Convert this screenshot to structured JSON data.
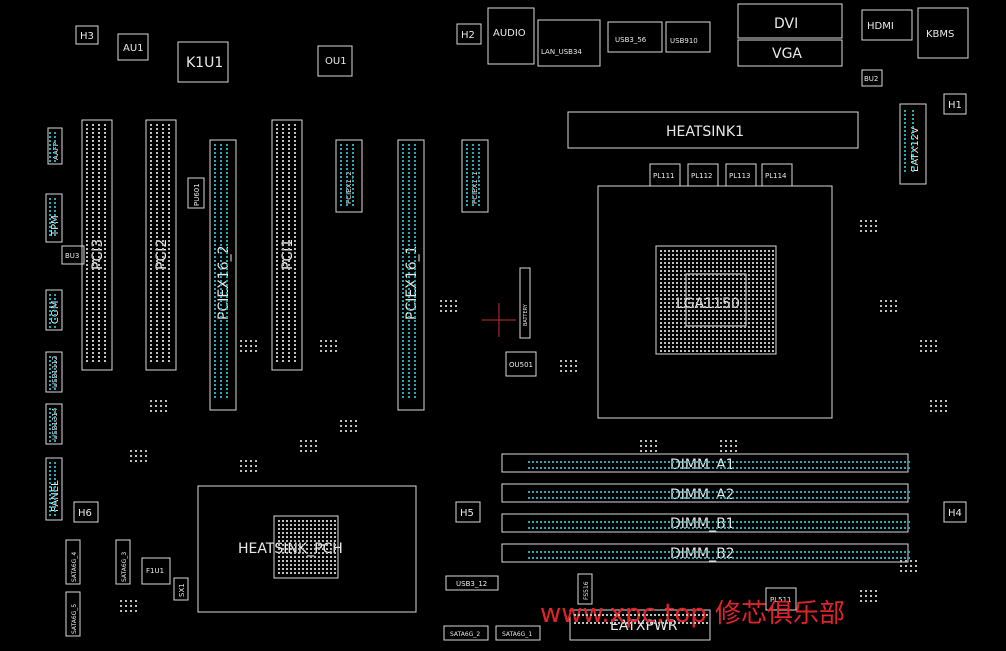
{
  "labels": {
    "h3": "H3",
    "au1": "AU1",
    "k1u1": "K1U1",
    "ou1": "OU1",
    "h2": "H2",
    "audio": "AUDIO",
    "lan_usb": "LAN_USB34",
    "usb3_56": "USB3_56",
    "usb910": "USB910",
    "dvi": "DVI",
    "vga": "VGA",
    "hdmi": "HDMI",
    "kbms": "KBMS",
    "bu2": "BU2",
    "h1": "H1",
    "heatsink1": "HEATSINK1",
    "eatx12v": "EATX12V",
    "pl111": "PL111",
    "pl112": "PL112",
    "pl113": "PL113",
    "pl114": "PL114",
    "aafp": "AAFP",
    "tpm": "TPM",
    "bu3": "BU3",
    "com": "COM",
    "pci3": "PCI3",
    "pci2": "PCI2",
    "pciex16_2": "PCIEX16_2",
    "pci1": "PCI1",
    "pciex1_2": "PCIEX1_2",
    "pciex16_1": "PCIEX16_1",
    "pciex1_1": "PCIEX1_1",
    "pu601": "PU601",
    "battery": "BATTERY",
    "ou501": "OU501",
    "lga": "LGA1150",
    "usb1112": "USB1112",
    "usb1314": "USB1314",
    "panel": "PANEL",
    "h6": "H6",
    "h5": "H5",
    "h4": "H4",
    "heatsink_pch": "HEATSINK_PCH",
    "dimm_a1": "DIMM_A1",
    "dimm_a2": "DIMM_A2",
    "dimm_b1": "DIMM_B1",
    "dimm_b2": "DIMM_B2",
    "sata6g_4": "SATA6G_4",
    "sata6g_3": "SATA6G_3",
    "sata6g_5": "SATA6G_5",
    "f1u1": "F1U1",
    "sx1": "SX1",
    "usb3_12": "USB3_12",
    "sata6g_2": "SATA6G_2",
    "sata6g_1": "SATA6G_1",
    "pl511": "PL511",
    "eatxpwr": "EATXPWR",
    "fs516": "FS516"
  },
  "watermark": "www.xpc.top 修芯俱乐部",
  "colors": {
    "background": "#000000",
    "outline": "#d9d9d9",
    "pad_cyan": "#2aa8b4",
    "watermark": "#e0232a"
  }
}
